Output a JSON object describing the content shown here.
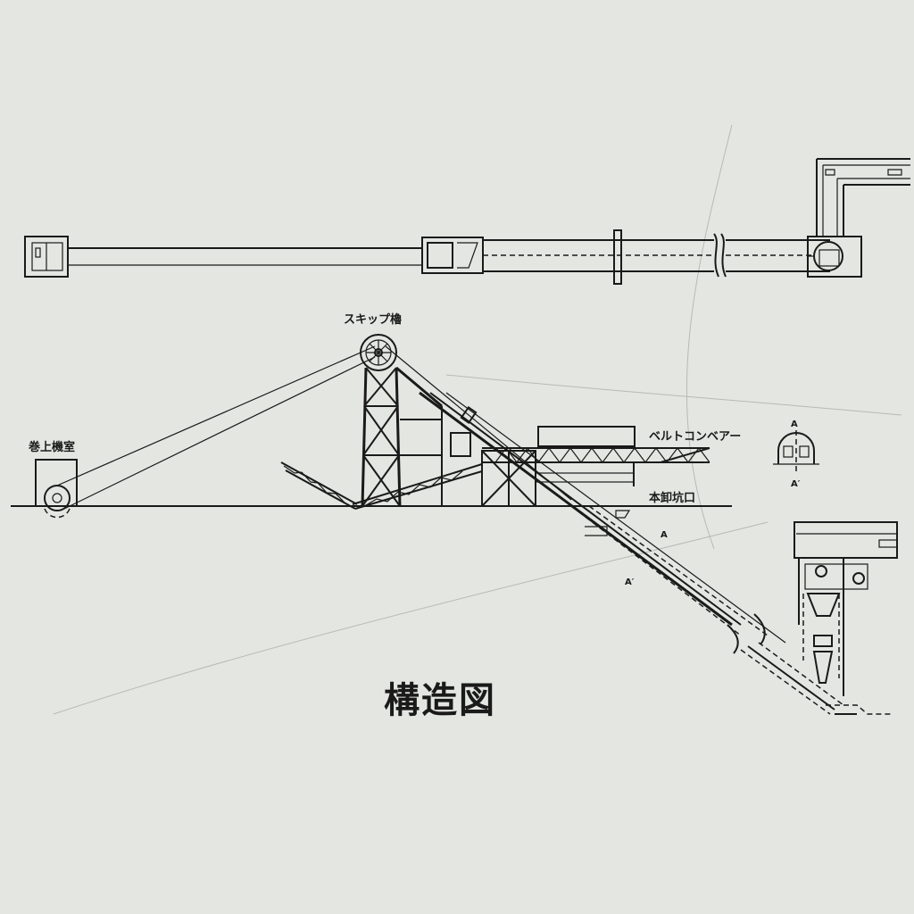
{
  "title": "構造図",
  "labels": {
    "skip_tower": "スキップ櫓",
    "hoist_room": "巻上機室",
    "belt_conveyor": "ベルトコンベアー",
    "main_unloading_shaft": "本卸坑口",
    "section_a": "A",
    "section_a_prime": "A′"
  },
  "colors": {
    "background": "#e4e6e2",
    "ink": "#1a1a1a"
  }
}
